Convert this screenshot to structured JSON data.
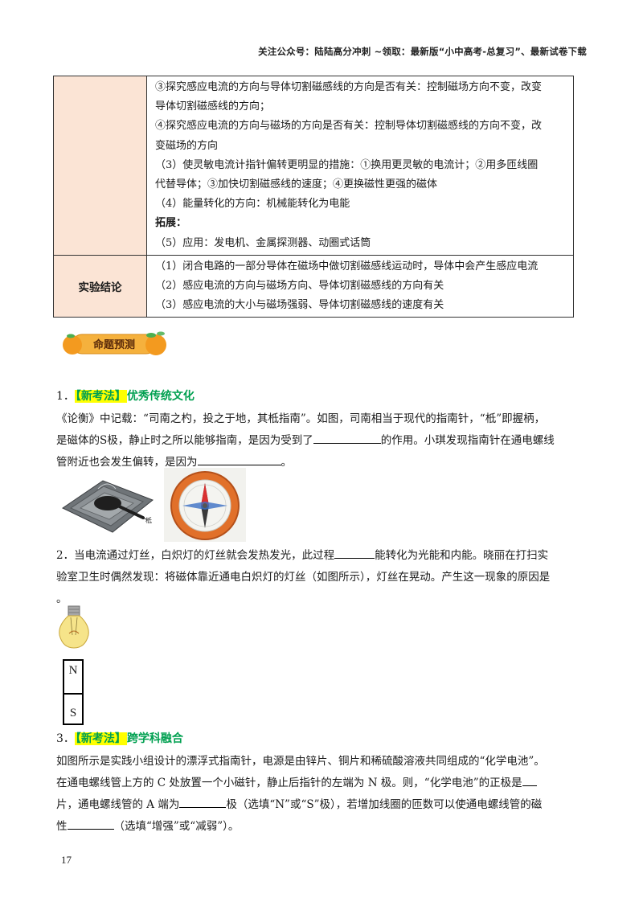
{
  "header": {
    "text": "关注公众号：陆陆高分冲刺 ~领取：最新版“小中高考-总复习”、最新试卷下载"
  },
  "table": {
    "rows": [
      {
        "label": "",
        "lines": [
          "③探究感应电流的方向与导体切割磁感线的方向是否有关：控制磁场方向不变，改变",
          "导体切割磁感线的方向；",
          "④探究感应电流的方向与磁场的方向是否有关：控制导体切割磁感线的方向不变，改",
          "变磁场的方向",
          "（3）使灵敏电流计指针偏转更明显的措施：①换用更灵敏的电流计；②用多匝线圈",
          "代替导体；③加快切割磁感线的速度；④更换磁性更强的磁体",
          "（4）能量转化的方向：机械能转化为电能",
          "拓展：",
          "（5）应用：发电机、金属探测器、动圈式话筒"
        ]
      },
      {
        "label": "实验结论",
        "lines": [
          "（1）闭合电路的一部分导体在磁场中做切割磁感线运动时，导体中会产生感应电流",
          "（2）感应电流的方向与磁场方向、导体切割磁感线的方向有关",
          "（3）感应电流的大小与磁场强弱、导体切割磁感线的速度有关"
        ]
      }
    ]
  },
  "section": {
    "title": "命题预测"
  },
  "q1": {
    "num": "1．",
    "tag": "【新考法】",
    "topic": "优秀传统文化",
    "l1": "《论衡》中记载：“司南之杓，投之于地，其柢指南”。如图，司南相当于现代的指南针，“柢”即握柄，",
    "l2a": "是磁体的S极，静止时之所以能够指南，是因为受到了",
    "l2b": "的作用。小琪发现指南针在通电螺线",
    "l3a": "管附近也会发生偏转，是因为",
    "l3b": "。",
    "fig_label": "柢"
  },
  "q2": {
    "l1a": "2．当电流通过灯丝，白炽灯的灯丝就会发热发光，此过程",
    "l1b": "能转化为光能和内能。晓丽在打扫实",
    "l2": "验室卫生时偶然发现：将磁体靠近通电白炽灯的灯丝（如图所示），灯丝在晃动。产生这一现象的原因是",
    "l3": "。",
    "pole_n": "N",
    "pole_s": "S"
  },
  "q3": {
    "num": "3．",
    "tag": "【新考法】",
    "topic": "跨学科融合",
    "l1": "如图所示是实践小组设计的漂浮式指南针，电源是由锌片、铜片和稀硫酸溶液共同组成的“化学电池”。",
    "l2": "在通电螺线管上方的 C 处放置一个小磁针，静止后指针的左端为 N 极。则，“化学电池”的正极是",
    "l3a": "片，通电螺线管的 A 端为",
    "l3b": "极（选填“N”或“S”极），若增加线圈的匝数可以使通电螺线管的磁",
    "l4a": "性",
    "l4b": "（选填“增强”或“减弱”）。"
  },
  "page_number": "17"
}
